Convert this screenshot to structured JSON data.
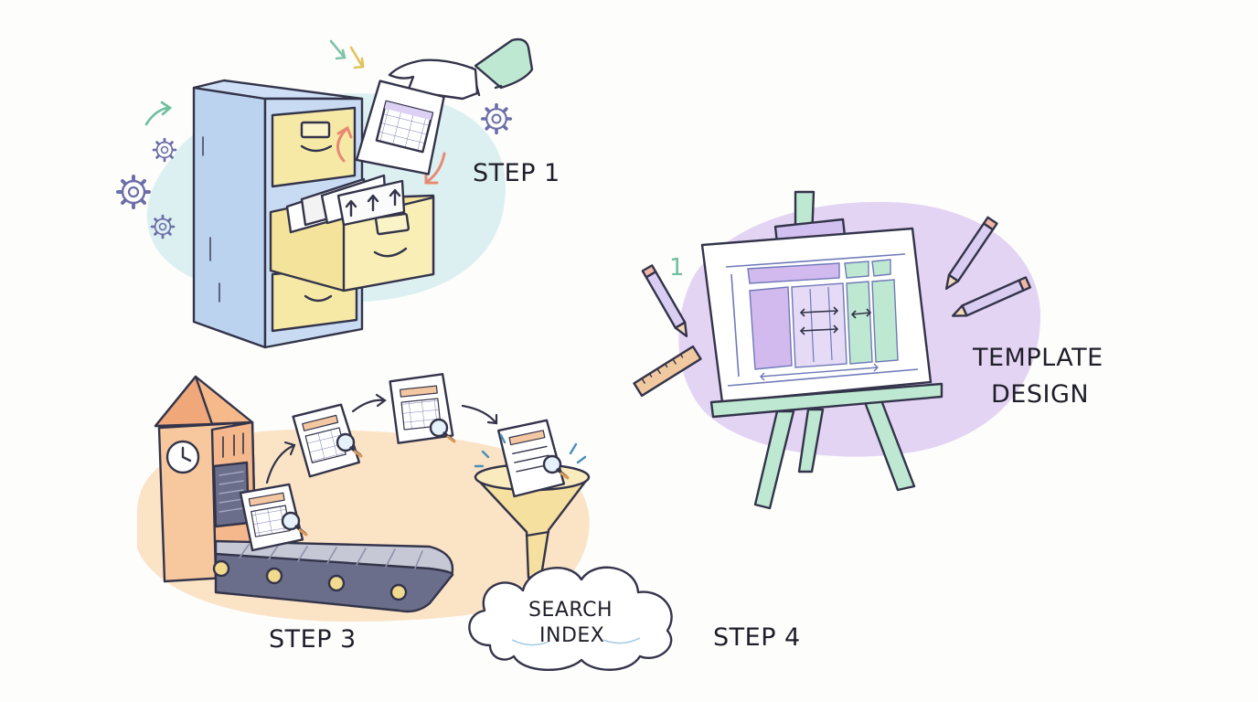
{
  "labels": {
    "step1": "STEP 1",
    "template_line1": "TEMPLATE",
    "template_line2": "DESIGN",
    "step3": "STEP 3",
    "search_line1": "SEARCH",
    "search_line2": "INDEX",
    "step4": "STEP 4",
    "easel_number": "1"
  },
  "colors": {
    "cabinet_blue": "#bcd3f0",
    "drawer_yellow": "#f6e9a6",
    "teal_blob": "#dcf0f1",
    "lavender_blob": "#e4d4f3",
    "peach_blob": "#fbe3c6",
    "green_column": "#bfe8d2",
    "purple_block": "#d2b9ee",
    "tower_orange": "#f7c79e",
    "ink": "#33344a"
  },
  "icons": [
    "filing-cabinet-icon",
    "hand-icon",
    "gear-icon",
    "spreadsheet-doc-icon",
    "easel-icon",
    "pencil-icon",
    "ruler-icon",
    "clock-tower-icon",
    "conveyor-belt-icon",
    "magnifier-icon",
    "funnel-icon",
    "cloud-icon"
  ]
}
